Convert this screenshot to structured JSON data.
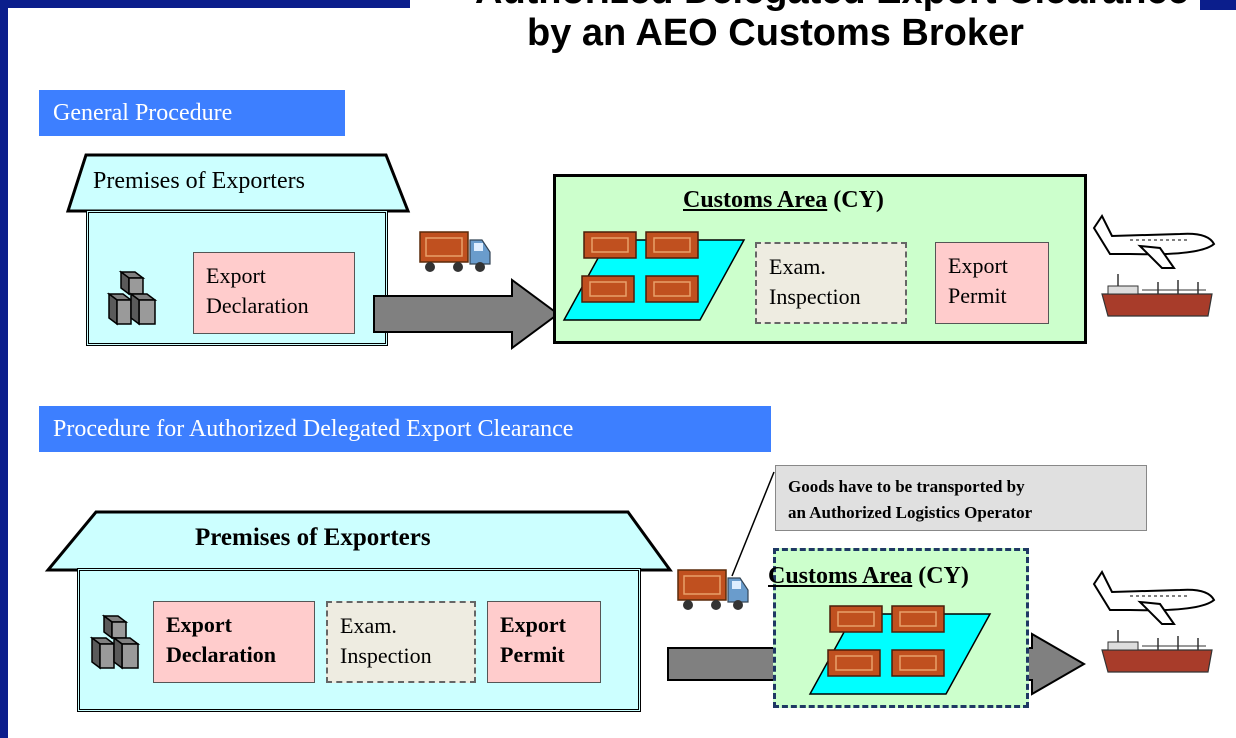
{
  "title": {
    "line1": "Authorized Delegated Export Clearance",
    "line2": "by an AEO Customs Broker"
  },
  "general": {
    "header": "General Procedure",
    "premises_label": "Premises of Exporters",
    "export_declaration": [
      "Export",
      "Declaration"
    ],
    "customs_area": {
      "title_main": "Customs Area",
      "title_suffix": " (CY)"
    },
    "exam_inspection": [
      "Exam.",
      "Inspection"
    ],
    "export_permit": [
      "Export",
      "Permit"
    ]
  },
  "delegated": {
    "header": "Procedure for Authorized Delegated Export Clearance",
    "premises_label": "Premises of Exporters",
    "export_declaration": [
      "Export",
      "Declaration"
    ],
    "exam_inspection": [
      "Exam.",
      "Inspection"
    ],
    "export_permit": [
      "Export",
      "Permit"
    ],
    "callout": [
      "Goods have to be transported by",
      "an Authorized Logistics Operator"
    ],
    "customs_area": {
      "title_main": "Customs Area",
      "title_suffix": " (CY)"
    }
  },
  "colors": {
    "frame": "#0b1e8c",
    "header": "#3d7fff",
    "premises": "#ccffff",
    "document": "#ffcccc",
    "exam": "#eeece1",
    "customs": "#ccffcc",
    "yard": "#00ffff",
    "container": "#c0501f",
    "arrow": "#808080"
  },
  "icons": [
    "boxes-icon",
    "truck-icon",
    "container-icon",
    "airplane-icon",
    "ship-icon",
    "arrow-icon"
  ]
}
